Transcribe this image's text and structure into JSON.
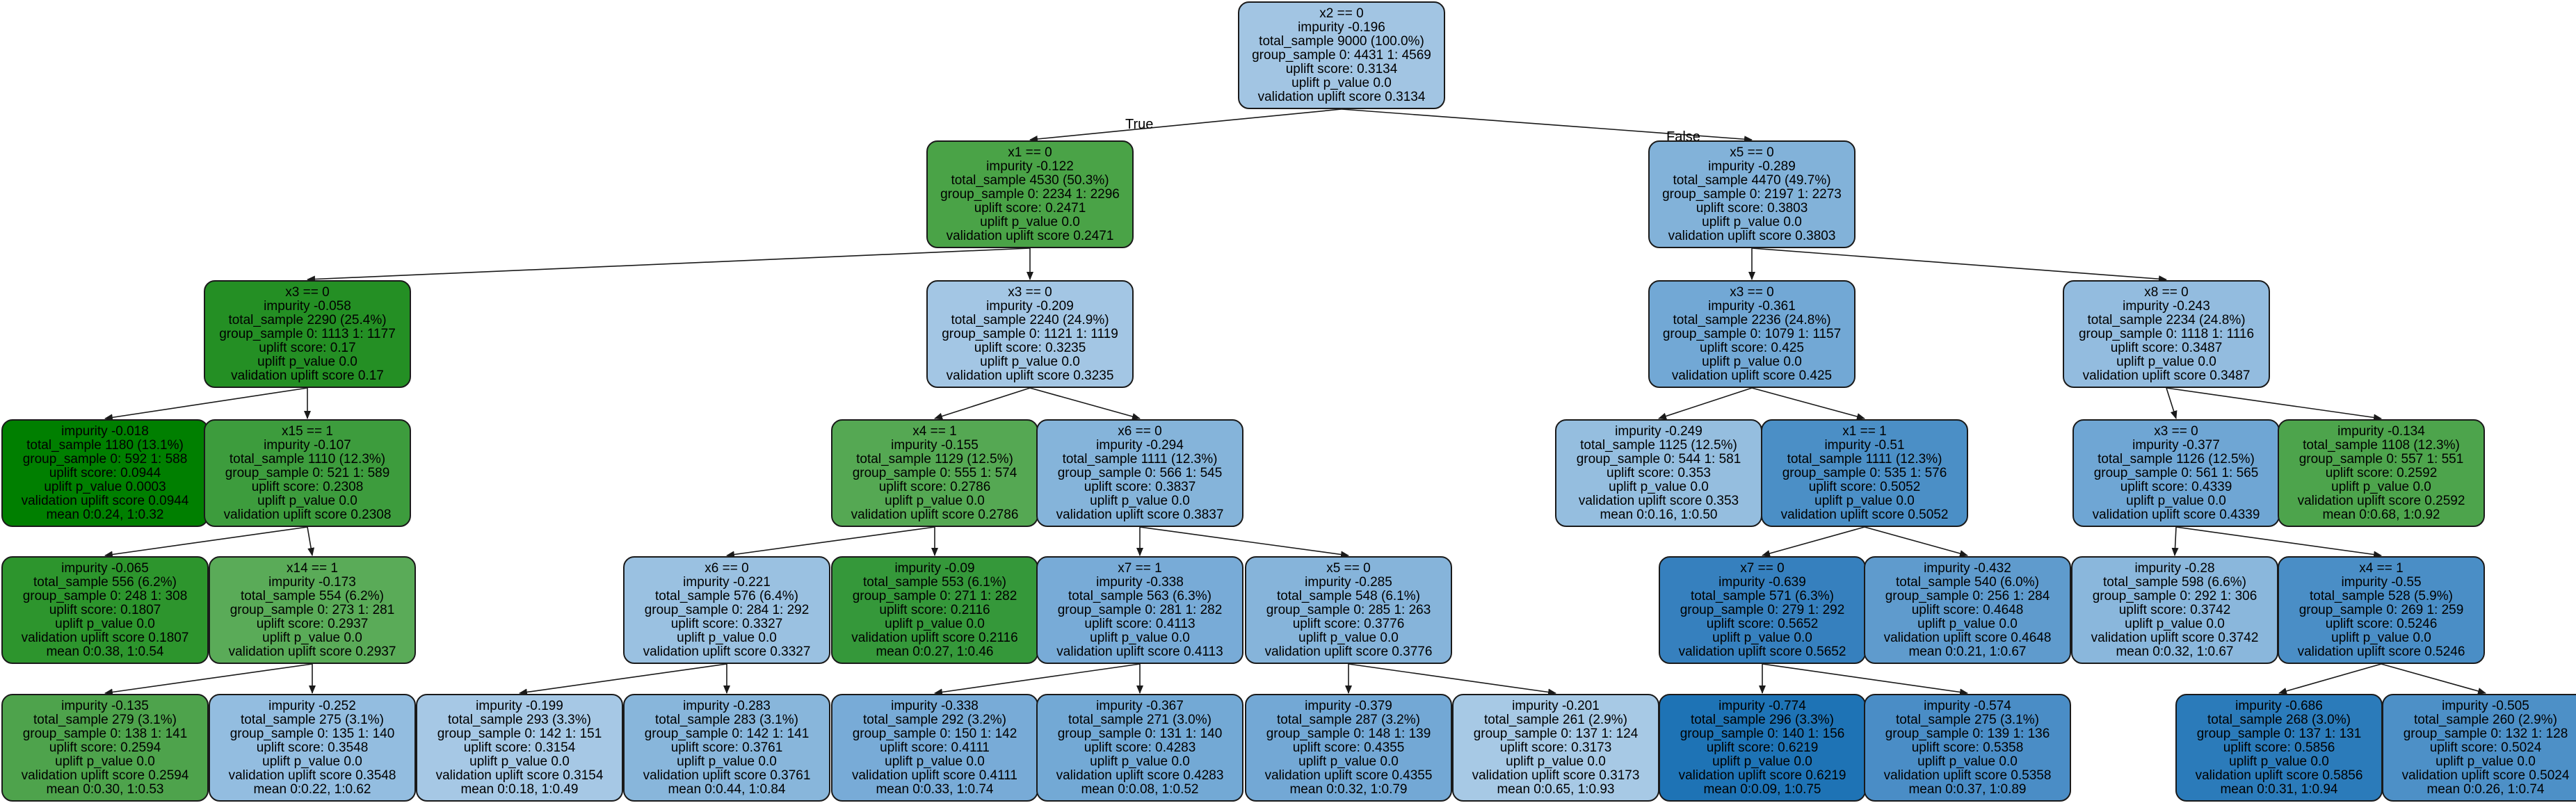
{
  "nodes": [
    {
      "id": "n0",
      "fill": "#a2c5e3",
      "lines": [
        "x2 == 0",
        "impurity -0.196",
        "total_sample 9000 (100.0%)",
        "group_sample  0: 4431 1: 4569",
        "uplift score: 0.3134",
        "uplift p_value 0.0",
        "validation uplift score 0.3134"
      ]
    },
    {
      "id": "n1",
      "fill": "#4aa347",
      "lines": [
        "x1 == 0",
        "impurity -0.122",
        "total_sample 4530 (50.3%)",
        "group_sample  0: 2234 1: 2296",
        "uplift score: 0.2471",
        "uplift p_value 0.0",
        "validation uplift score 0.2471"
      ]
    },
    {
      "id": "n2",
      "fill": "#82b2d9",
      "lines": [
        "x5 == 0",
        "impurity -0.289",
        "total_sample 4470 (49.7%)",
        "group_sample  0: 2197 1: 2273",
        "uplift score: 0.3803",
        "uplift p_value 0.0",
        "validation uplift score 0.3803"
      ]
    },
    {
      "id": "n3",
      "fill": "#248f24",
      "lines": [
        "x3 == 0",
        "impurity -0.058",
        "total_sample 2290 (25.4%)",
        "group_sample  0: 1113 1: 1177",
        "uplift score: 0.17",
        "uplift p_value 0.0",
        "validation uplift score 0.17"
      ]
    },
    {
      "id": "n4",
      "fill": "#a3c6e4",
      "lines": [
        "x3 == 0",
        "impurity -0.209",
        "total_sample 2240 (24.9%)",
        "group_sample  0: 1121 1: 1119",
        "uplift score: 0.3235",
        "uplift p_value 0.0",
        "validation uplift score 0.3235"
      ]
    },
    {
      "id": "n5",
      "fill": "#72a8d5",
      "lines": [
        "x3 == 0",
        "impurity -0.361",
        "total_sample 2236 (24.8%)",
        "group_sample  0: 1079 1: 1157",
        "uplift score: 0.425",
        "uplift p_value 0.0",
        "validation uplift score 0.425"
      ]
    },
    {
      "id": "n6",
      "fill": "#93bcdf",
      "lines": [
        "x8 == 0",
        "impurity -0.243",
        "total_sample 2234 (24.8%)",
        "group_sample  0: 1118 1: 1116",
        "uplift score: 0.3487",
        "uplift p_value 0.0",
        "validation uplift score 0.3487"
      ]
    },
    {
      "id": "n7",
      "fill": "#007f00",
      "lines": [
        "impurity -0.018",
        "total_sample 1180 (13.1%)",
        "group_sample  0: 592 1: 588",
        "uplift score: 0.0944",
        "uplift p_value 0.0003",
        "validation uplift score 0.0944",
        "mean 0:0.24, 1:0.32"
      ]
    },
    {
      "id": "n8",
      "fill": "#3d9c3d",
      "lines": [
        "x15 == 1",
        "impurity -0.107",
        "total_sample 1110 (12.3%)",
        "group_sample  0: 521 1: 589",
        "uplift score: 0.2308",
        "uplift p_value 0.0",
        "validation uplift score 0.2308"
      ]
    },
    {
      "id": "n9",
      "fill": "#55a853",
      "lines": [
        "x4 == 1",
        "impurity -0.155",
        "total_sample 1129 (12.5%)",
        "group_sample  0: 555 1: 574",
        "uplift score: 0.2786",
        "uplift p_value 0.0",
        "validation uplift score 0.2786"
      ]
    },
    {
      "id": "n10",
      "fill": "#85b4da",
      "lines": [
        "x6 == 0",
        "impurity -0.294",
        "total_sample 1111 (12.3%)",
        "group_sample  0: 566 1: 545",
        "uplift score: 0.3837",
        "uplift p_value 0.0",
        "validation uplift score 0.3837"
      ]
    },
    {
      "id": "n11",
      "fill": "#95bedf",
      "lines": [
        "impurity -0.249",
        "total_sample 1125 (12.5%)",
        "group_sample  0: 544 1: 581",
        "uplift score: 0.353",
        "uplift p_value 0.0",
        "validation uplift score 0.353",
        "mean 0:0.16, 1:0.50"
      ]
    },
    {
      "id": "n12",
      "fill": "#4b8fc6",
      "lines": [
        "x1 == 1",
        "impurity -0.51",
        "total_sample 1111 (12.3%)",
        "group_sample  0: 535 1: 576",
        "uplift score: 0.5052",
        "uplift p_value 0.0",
        "validation uplift score 0.5052"
      ]
    },
    {
      "id": "n13",
      "fill": "#6fa6d4",
      "lines": [
        "x3 == 0",
        "impurity -0.377",
        "total_sample 1126 (12.5%)",
        "group_sample  0: 561 1: 565",
        "uplift score: 0.4339",
        "uplift p_value 0.0",
        "validation uplift score 0.4339"
      ]
    },
    {
      "id": "n14",
      "fill": "#4da44c",
      "lines": [
        "impurity -0.134",
        "total_sample 1108 (12.3%)",
        "group_sample  0: 557 1: 551",
        "uplift score: 0.2592",
        "uplift p_value 0.0",
        "validation uplift score 0.2592",
        "mean 0:0.68, 1:0.92"
      ]
    },
    {
      "id": "n15",
      "fill": "#2d952d",
      "lines": [
        "impurity -0.065",
        "total_sample 556 (6.2%)",
        "group_sample  0: 248 1: 308",
        "uplift score: 0.1807",
        "uplift p_value 0.0",
        "validation uplift score 0.1807",
        "mean 0:0.38, 1:0.54"
      ]
    },
    {
      "id": "n16",
      "fill": "#5aab58",
      "lines": [
        "x14 == 1",
        "impurity -0.173",
        "total_sample 554 (6.2%)",
        "group_sample  0: 273 1: 281",
        "uplift score: 0.2937",
        "uplift p_value 0.0",
        "validation uplift score 0.2937"
      ]
    },
    {
      "id": "n17",
      "fill": "#9ac1e1",
      "lines": [
        "x6 == 0",
        "impurity -0.221",
        "total_sample 576 (6.4%)",
        "group_sample  0: 284 1: 292",
        "uplift score: 0.3327",
        "uplift p_value 0.0",
        "validation uplift score 0.3327"
      ]
    },
    {
      "id": "n18",
      "fill": "#35983a",
      "lines": [
        "impurity -0.09",
        "total_sample 553 (6.1%)",
        "group_sample  0: 271 1: 282",
        "uplift score: 0.2116",
        "uplift p_value 0.0",
        "validation uplift score 0.2116",
        "mean 0:0.27, 1:0.46"
      ]
    },
    {
      "id": "n19",
      "fill": "#78abd7",
      "lines": [
        "x7 == 1",
        "impurity -0.338",
        "total_sample 563 (6.3%)",
        "group_sample  0: 281 1: 282",
        "uplift score: 0.4113",
        "uplift p_value 0.0",
        "validation uplift score 0.4113"
      ]
    },
    {
      "id": "n20",
      "fill": "#86b4da",
      "lines": [
        "x5 == 0",
        "impurity -0.285",
        "total_sample 548 (6.1%)",
        "group_sample  0: 285 1: 263",
        "uplift score: 0.3776",
        "uplift p_value 0.0",
        "validation uplift score 0.3776"
      ]
    },
    {
      "id": "n21",
      "fill": "#3680be",
      "lines": [
        "x7 == 0",
        "impurity -0.639",
        "total_sample 571 (6.3%)",
        "group_sample  0: 279 1: 292",
        "uplift score: 0.5652",
        "uplift p_value 0.0",
        "validation uplift score 0.5652"
      ]
    },
    {
      "id": "n22",
      "fill": "#5f9bcd",
      "lines": [
        "impurity -0.432",
        "total_sample 540 (6.0%)",
        "group_sample  0: 256 1: 284",
        "uplift score: 0.4648",
        "uplift p_value 0.0",
        "validation uplift score 0.4648",
        "mean 0:0.21, 1:0.67"
      ]
    },
    {
      "id": "n23",
      "fill": "#8ab7dc",
      "lines": [
        "impurity -0.28",
        "total_sample 598 (6.6%)",
        "group_sample  0: 292 1: 306",
        "uplift score: 0.3742",
        "uplift p_value 0.0",
        "validation uplift score 0.3742",
        "mean 0:0.32, 1:0.67"
      ]
    },
    {
      "id": "n24",
      "fill": "#4a8ec6",
      "lines": [
        "x4 == 1",
        "impurity -0.55",
        "total_sample 528 (5.9%)",
        "group_sample  0: 269 1: 259",
        "uplift score: 0.5246",
        "uplift p_value 0.0",
        "validation uplift score 0.5246"
      ]
    },
    {
      "id": "n25",
      "fill": "#4ea34c",
      "lines": [
        "impurity -0.135",
        "total_sample 279 (3.1%)",
        "group_sample  0: 138 1: 141",
        "uplift score: 0.2594",
        "uplift p_value 0.0",
        "validation uplift score 0.2594",
        "mean 0:0.30, 1:0.53"
      ]
    },
    {
      "id": "n26",
      "fill": "#93bde0",
      "lines": [
        "impurity -0.252",
        "total_sample 275 (3.1%)",
        "group_sample  0: 135 1: 140",
        "uplift score: 0.3548",
        "uplift p_value 0.0",
        "validation uplift score 0.3548",
        "mean 0:0.22, 1:0.62"
      ]
    },
    {
      "id": "n27",
      "fill": "#a6c8e5",
      "lines": [
        "impurity -0.199",
        "total_sample 293 (3.3%)",
        "group_sample  0: 142 1: 151",
        "uplift score: 0.3154",
        "uplift p_value 0.0",
        "validation uplift score 0.3154",
        "mean 0:0.18, 1:0.49"
      ]
    },
    {
      "id": "n28",
      "fill": "#88b6db",
      "lines": [
        "impurity -0.283",
        "total_sample 283 (3.1%)",
        "group_sample  0: 142 1: 141",
        "uplift score: 0.3761",
        "uplift p_value 0.0",
        "validation uplift score 0.3761",
        "mean 0:0.44, 1:0.84"
      ]
    },
    {
      "id": "n29",
      "fill": "#78abd7",
      "lines": [
        "impurity -0.338",
        "total_sample 292 (3.2%)",
        "group_sample  0: 150 1: 142",
        "uplift score: 0.4111",
        "uplift p_value 0.0",
        "validation uplift score 0.4111",
        "mean 0:0.33, 1:0.74"
      ]
    },
    {
      "id": "n30",
      "fill": "#73a9d5",
      "lines": [
        "impurity -0.367",
        "total_sample 271 (3.0%)",
        "group_sample  0: 131 1: 140",
        "uplift score: 0.4283",
        "uplift p_value 0.0",
        "validation uplift score 0.4283",
        "mean 0:0.08, 1:0.52"
      ]
    },
    {
      "id": "n31",
      "fill": "#73a8d5",
      "lines": [
        "impurity -0.379",
        "total_sample 287 (3.2%)",
        "group_sample  0: 148 1: 139",
        "uplift score: 0.4355",
        "uplift p_value 0.0",
        "validation uplift score 0.4355",
        "mean 0:0.32, 1:0.79"
      ]
    },
    {
      "id": "n32",
      "fill": "#a7c9e5",
      "lines": [
        "impurity -0.201",
        "total_sample 261 (2.9%)",
        "group_sample  0: 137 1: 124",
        "uplift score: 0.3173",
        "uplift p_value 0.0",
        "validation uplift score 0.3173",
        "mean 0:0.65, 1:0.93"
      ]
    },
    {
      "id": "n33",
      "fill": "#1e73b5",
      "lines": [
        "impurity -0.774",
        "total_sample 296 (3.3%)",
        "group_sample  0: 140 1: 156",
        "uplift score: 0.6219",
        "uplift p_value 0.0",
        "validation uplift score 0.6219",
        "mean 0:0.09, 1:0.75"
      ]
    },
    {
      "id": "n34",
      "fill": "#4a8dc6",
      "lines": [
        "impurity -0.574",
        "total_sample 275 (3.1%)",
        "group_sample  0: 139 1: 136",
        "uplift score: 0.5358",
        "uplift p_value 0.0",
        "validation uplift score 0.5358",
        "mean 0:0.37, 1:0.89"
      ]
    },
    {
      "id": "n35",
      "fill": "#2b7bba",
      "lines": [
        "impurity -0.686",
        "total_sample 268 (3.0%)",
        "group_sample  0: 137 1: 131",
        "uplift score: 0.5856",
        "uplift p_value 0.0",
        "validation uplift score 0.5856",
        "mean 0:0.31, 1:0.94"
      ]
    },
    {
      "id": "n36",
      "fill": "#4d90c7",
      "lines": [
        "impurity -0.505",
        "total_sample 260 (2.9%)",
        "group_sample  0: 132 1: 128",
        "uplift score: 0.5024",
        "uplift p_value 0.0",
        "validation uplift score 0.5024",
        "mean 0:0.26, 1:0.74"
      ]
    }
  ],
  "edges": [
    {
      "from": "n0",
      "to": "n1",
      "label": "True"
    },
    {
      "from": "n0",
      "to": "n2",
      "label": "False"
    },
    {
      "from": "n1",
      "to": "n3",
      "label": ""
    },
    {
      "from": "n1",
      "to": "n4",
      "label": ""
    },
    {
      "from": "n2",
      "to": "n5",
      "label": ""
    },
    {
      "from": "n2",
      "to": "n6",
      "label": ""
    },
    {
      "from": "n3",
      "to": "n7",
      "label": ""
    },
    {
      "from": "n3",
      "to": "n8",
      "label": ""
    },
    {
      "from": "n4",
      "to": "n9",
      "label": ""
    },
    {
      "from": "n4",
      "to": "n10",
      "label": ""
    },
    {
      "from": "n5",
      "to": "n11",
      "label": ""
    },
    {
      "from": "n5",
      "to": "n12",
      "label": ""
    },
    {
      "from": "n6",
      "to": "n13",
      "label": ""
    },
    {
      "from": "n6",
      "to": "n14",
      "label": ""
    },
    {
      "from": "n8",
      "to": "n15",
      "label": ""
    },
    {
      "from": "n8",
      "to": "n16",
      "label": ""
    },
    {
      "from": "n9",
      "to": "n17",
      "label": ""
    },
    {
      "from": "n9",
      "to": "n18",
      "label": ""
    },
    {
      "from": "n10",
      "to": "n19",
      "label": ""
    },
    {
      "from": "n10",
      "to": "n20",
      "label": ""
    },
    {
      "from": "n12",
      "to": "n21",
      "label": ""
    },
    {
      "from": "n12",
      "to": "n22",
      "label": ""
    },
    {
      "from": "n13",
      "to": "n23",
      "label": ""
    },
    {
      "from": "n13",
      "to": "n24",
      "label": ""
    },
    {
      "from": "n16",
      "to": "n25",
      "label": ""
    },
    {
      "from": "n16",
      "to": "n26",
      "label": ""
    },
    {
      "from": "n17",
      "to": "n27",
      "label": ""
    },
    {
      "from": "n17",
      "to": "n28",
      "label": ""
    },
    {
      "from": "n19",
      "to": "n29",
      "label": ""
    },
    {
      "from": "n19",
      "to": "n30",
      "label": ""
    },
    {
      "from": "n20",
      "to": "n31",
      "label": ""
    },
    {
      "from": "n20",
      "to": "n32",
      "label": ""
    },
    {
      "from": "n21",
      "to": "n33",
      "label": ""
    },
    {
      "from": "n21",
      "to": "n34",
      "label": ""
    },
    {
      "from": "n24",
      "to": "n35",
      "label": ""
    },
    {
      "from": "n24",
      "to": "n36",
      "label": ""
    }
  ]
}
